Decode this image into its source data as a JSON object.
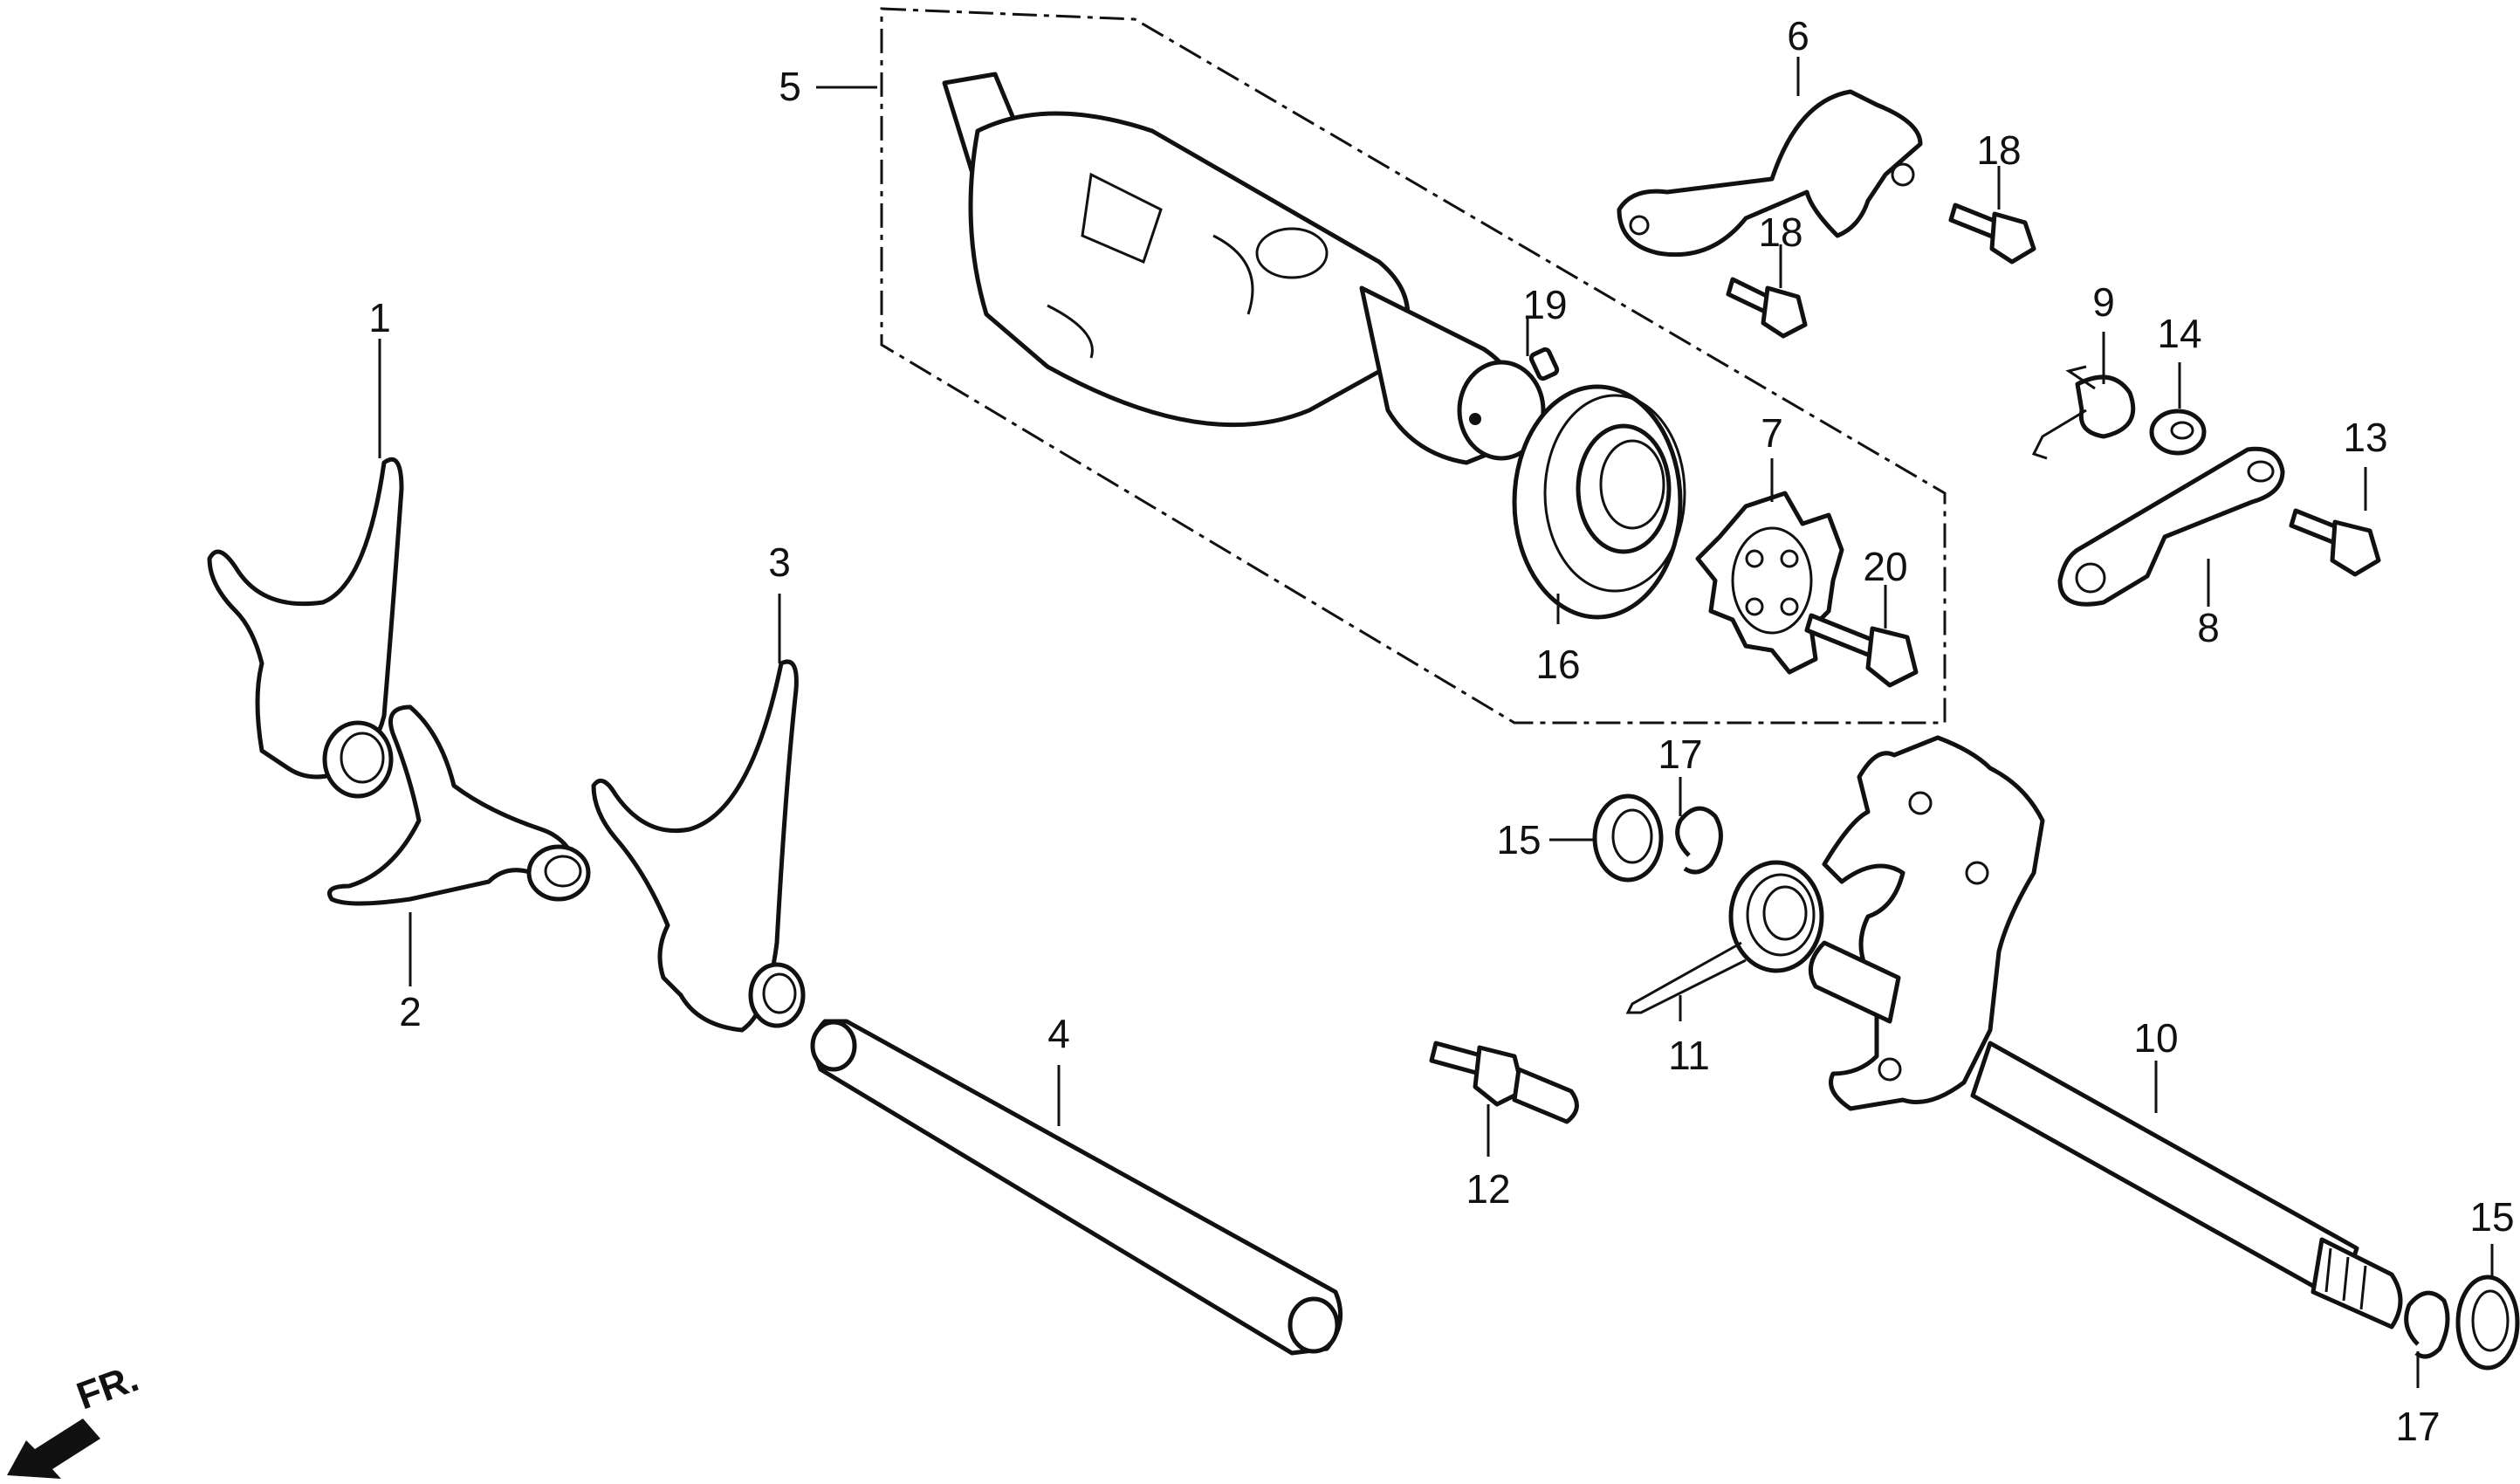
{
  "labels": {
    "shift_fork_1": "1",
    "shift_fork_2": "2",
    "shift_fork_3": "3",
    "fork_shaft": "4",
    "gearshift_drum": "5",
    "drum_stopper_plate": "6",
    "drum_center": "7",
    "stopper_arm": "8",
    "stopper_spring": "9",
    "gearshift_spindle": "10",
    "return_spring": "11",
    "spring_pin": "12",
    "bolt_13": "13",
    "washer_14": "14",
    "washer_15_upper": "15",
    "washer_15_lower": "15",
    "bearing": "16",
    "circlip_17_upper": "17",
    "circlip_17_lower": "17",
    "bolt_18_upper": "18",
    "bolt_18_lower": "18",
    "dowel_pin": "19",
    "bolt_20": "20"
  },
  "direction": {
    "text": "FR.",
    "icon": "front-direction-arrow-icon"
  },
  "colors": {
    "ink": "#111111",
    "paper": "#ffffff"
  }
}
